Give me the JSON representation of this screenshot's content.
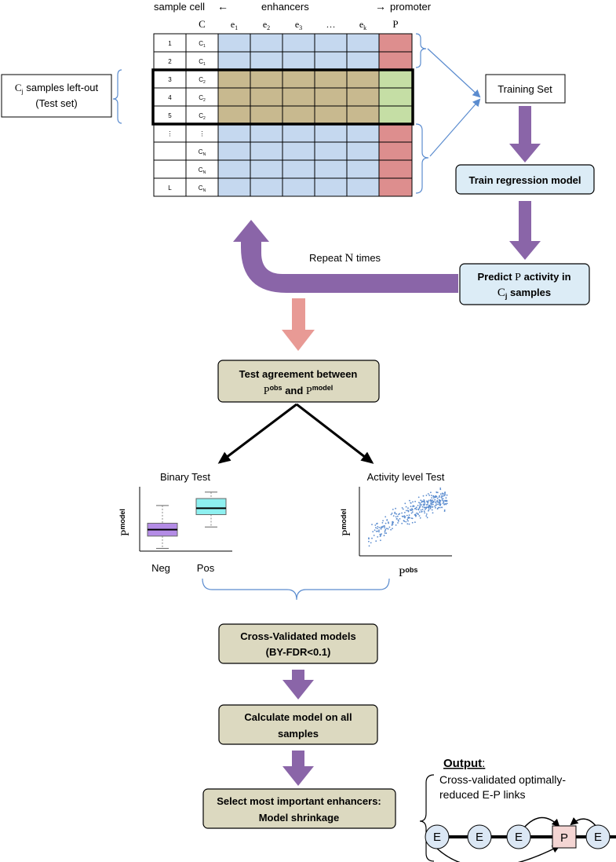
{
  "header": {
    "sample_cell": "sample cell",
    "enhancers": "enhancers",
    "promoter": "promoter",
    "arrow_left": "←",
    "arrow_right": "→"
  },
  "matrix": {
    "col_c": "C",
    "col_p": "P",
    "enhancer_cols": [
      {
        "base": "e",
        "sub": "1"
      },
      {
        "base": "e",
        "sub": "2"
      },
      {
        "base": "e",
        "sub": "3"
      },
      {
        "base": "…",
        "sub": ""
      },
      {
        "base": "e",
        "sub": "k"
      }
    ],
    "rows": [
      {
        "id": "1",
        "c_base": "C",
        "c_sub": "1",
        "test": false
      },
      {
        "id": "2",
        "c_base": "C",
        "c_sub": "1",
        "test": false
      },
      {
        "id": "3",
        "c_base": "C",
        "c_sub": "2",
        "test": true
      },
      {
        "id": "4",
        "c_base": "C",
        "c_sub": "2",
        "test": true
      },
      {
        "id": "5",
        "c_base": "C",
        "c_sub": "2",
        "test": true
      },
      {
        "id": "⋮",
        "c_base": "⋮",
        "c_sub": "",
        "test": false
      },
      {
        "id": "",
        "c_base": "C",
        "c_sub": "N",
        "test": false
      },
      {
        "id": "",
        "c_base": "C",
        "c_sub": "N",
        "test": false
      },
      {
        "id": "L",
        "c_base": "C",
        "c_sub": "N",
        "test": false
      }
    ],
    "colors": {
      "enhancer": "#c5d8ef",
      "promoter": "#dd8e8e",
      "test_enhancer": "#c8b98f",
      "test_promoter": "#c5dea5"
    }
  },
  "test_set_box": {
    "line1_base": "C",
    "line1_sub": "j",
    "line1_rest": " samples left-out",
    "line2": "(Test set)"
  },
  "training_set": "Training Set",
  "train_model": "Train regression model",
  "predict": {
    "line1_a": "Predict ",
    "line1_p": "P",
    "line1_b": " activity in",
    "line2_base": "C",
    "line2_sub": "j",
    "line2_rest": " samples"
  },
  "repeat": {
    "text": "Repeat ",
    "n": "N",
    "rest": "  times"
  },
  "test_agreement": {
    "line1": "Test agreement between",
    "p1": "P",
    "p1_sup": "obs",
    "and": " and ",
    "p2": "P",
    "p2_sup": "model"
  },
  "binary_test": {
    "title": "Binary Test",
    "ylabel": "P",
    "ylabel_sup": "model",
    "neg": "Neg",
    "pos": "Pos"
  },
  "activity_test": {
    "title": "Activity level Test",
    "ylabel": "P",
    "ylabel_sup": "model",
    "xlabel": "P",
    "xlabel_sup": "obs"
  },
  "cross_validated": {
    "line1": "Cross-Validated models",
    "line2": "(BY-FDR<0.1)"
  },
  "calculate": {
    "line1": "Calculate model on all",
    "line2": "samples"
  },
  "select": {
    "line1": "Select most important enhancers:",
    "line2": "Model shrinkage"
  },
  "output": {
    "title": "Output",
    "colon": ":",
    "line1": "Cross-validated optimally-",
    "line2": "reduced E-P links",
    "nodes": [
      "E",
      "E",
      "E",
      "P",
      "E"
    ]
  },
  "chart_data": [
    {
      "type": "box",
      "title": "Binary Test",
      "categories": [
        "Neg",
        "Pos"
      ],
      "ylabel": "Pmodel",
      "series": [
        {
          "name": "Neg",
          "whisker_low": 0.05,
          "q1": 0.28,
          "median": 0.4,
          "q3": 0.52,
          "whisker_high": 0.85,
          "color": "#b48ce6"
        },
        {
          "name": "Pos",
          "whisker_low": 0.45,
          "q1": 0.68,
          "median": 0.8,
          "q3": 0.98,
          "whisker_high": 1.1,
          "color": "#8ef0f0"
        }
      ],
      "ylim": [
        0,
        1.2
      ]
    },
    {
      "type": "scatter",
      "title": "Activity level Test",
      "xlabel": "Pobs",
      "ylabel": "Pmodel",
      "trend": "increasing, saturating",
      "color": "#5b8ccf",
      "xlim": [
        0,
        1
      ],
      "ylim": [
        0,
        1
      ]
    }
  ]
}
